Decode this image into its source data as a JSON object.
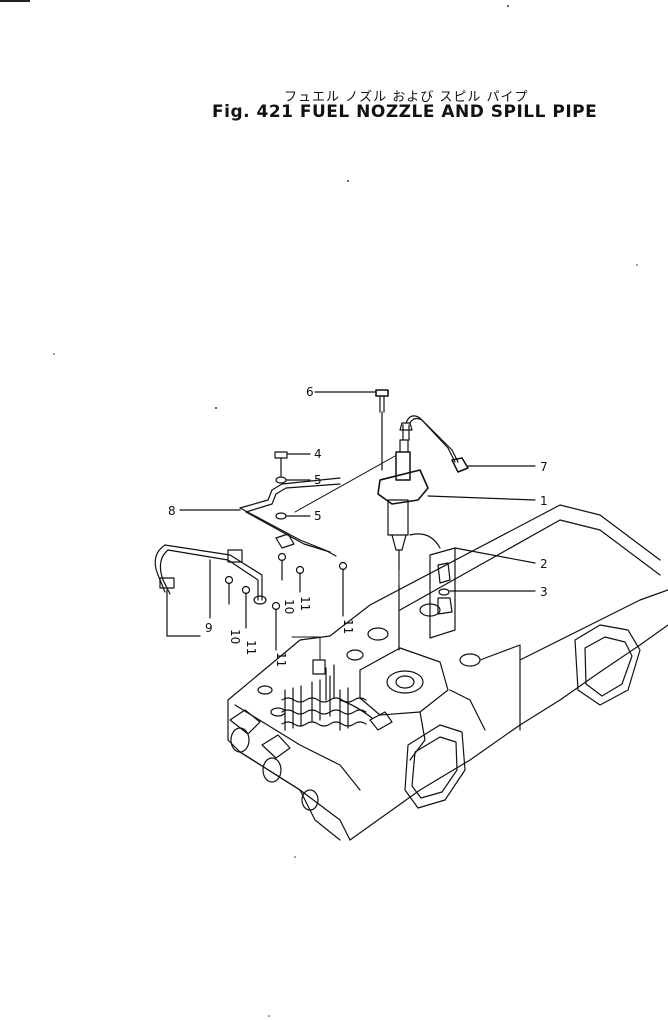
{
  "header": {
    "title_jp": "フュエル ノズル および スピル パイプ",
    "title_en": "Fig. 421 FUEL NOZZLE AND SPILL PIPE"
  },
  "callouts": {
    "c1": "1",
    "c2": "2",
    "c3": "3",
    "c4": "4",
    "c5a": "5",
    "c5b": "5",
    "c6": "6",
    "c7": "7",
    "c8": "8",
    "c9": "9",
    "c10a": "10",
    "c10b": "10",
    "c11a": "11",
    "c11b": "11",
    "c11c": "11",
    "c11d": "11"
  }
}
